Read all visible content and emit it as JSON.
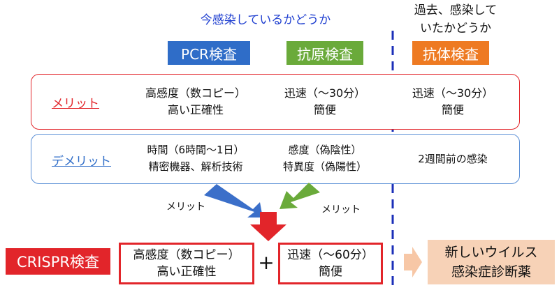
{
  "header": {
    "current_infection": "今感染しているかどうか",
    "past_infection_line1": "過去、感染して",
    "past_infection_line2": "いたかどうか"
  },
  "tests": {
    "pcr": {
      "label": "PCR検査",
      "color": "#2f6dc8"
    },
    "antigen": {
      "label": "抗原検査",
      "color": "#6aaa3a"
    },
    "antibody": {
      "label": "抗体検査",
      "color": "#ee7a22"
    }
  },
  "merit_row": {
    "label": "メリット",
    "pcr_line1": "高感度（数コピー）",
    "pcr_line2": "高い正確性",
    "antigen_line1": "迅速（～30分）",
    "antigen_line2": "簡便",
    "antibody_line1": "迅速（～30分）",
    "antibody_line2": "簡便"
  },
  "demerit_row": {
    "label": "デメリット",
    "pcr_line1": "時間（6時間～1日）",
    "pcr_line2": "精密機器、解析技術",
    "antigen_line1": "感度（偽陰性）",
    "antigen_line2": "特異度（偽陽性）",
    "antibody": "2週間前の感染"
  },
  "arrows": {
    "left_label": "メリット",
    "right_label": "メリット"
  },
  "crispr": {
    "label": "CRISPR検査",
    "left_line1": "高感度（数コピー）",
    "left_line2": "高い正確性",
    "plus": "+",
    "right_line1": "迅速（～60分）",
    "right_line2": "簡便"
  },
  "future": {
    "line1": "新しいウイルス",
    "line2": "感染症診断薬"
  },
  "colors": {
    "red": "#e2252a",
    "blue_border": "#5a8fd6",
    "blue_arrow": "#3b6fc9",
    "green_arrow": "#6aaa3a",
    "dashed_line": "#1b2fb8",
    "future_bg": "#f7d2b7"
  }
}
